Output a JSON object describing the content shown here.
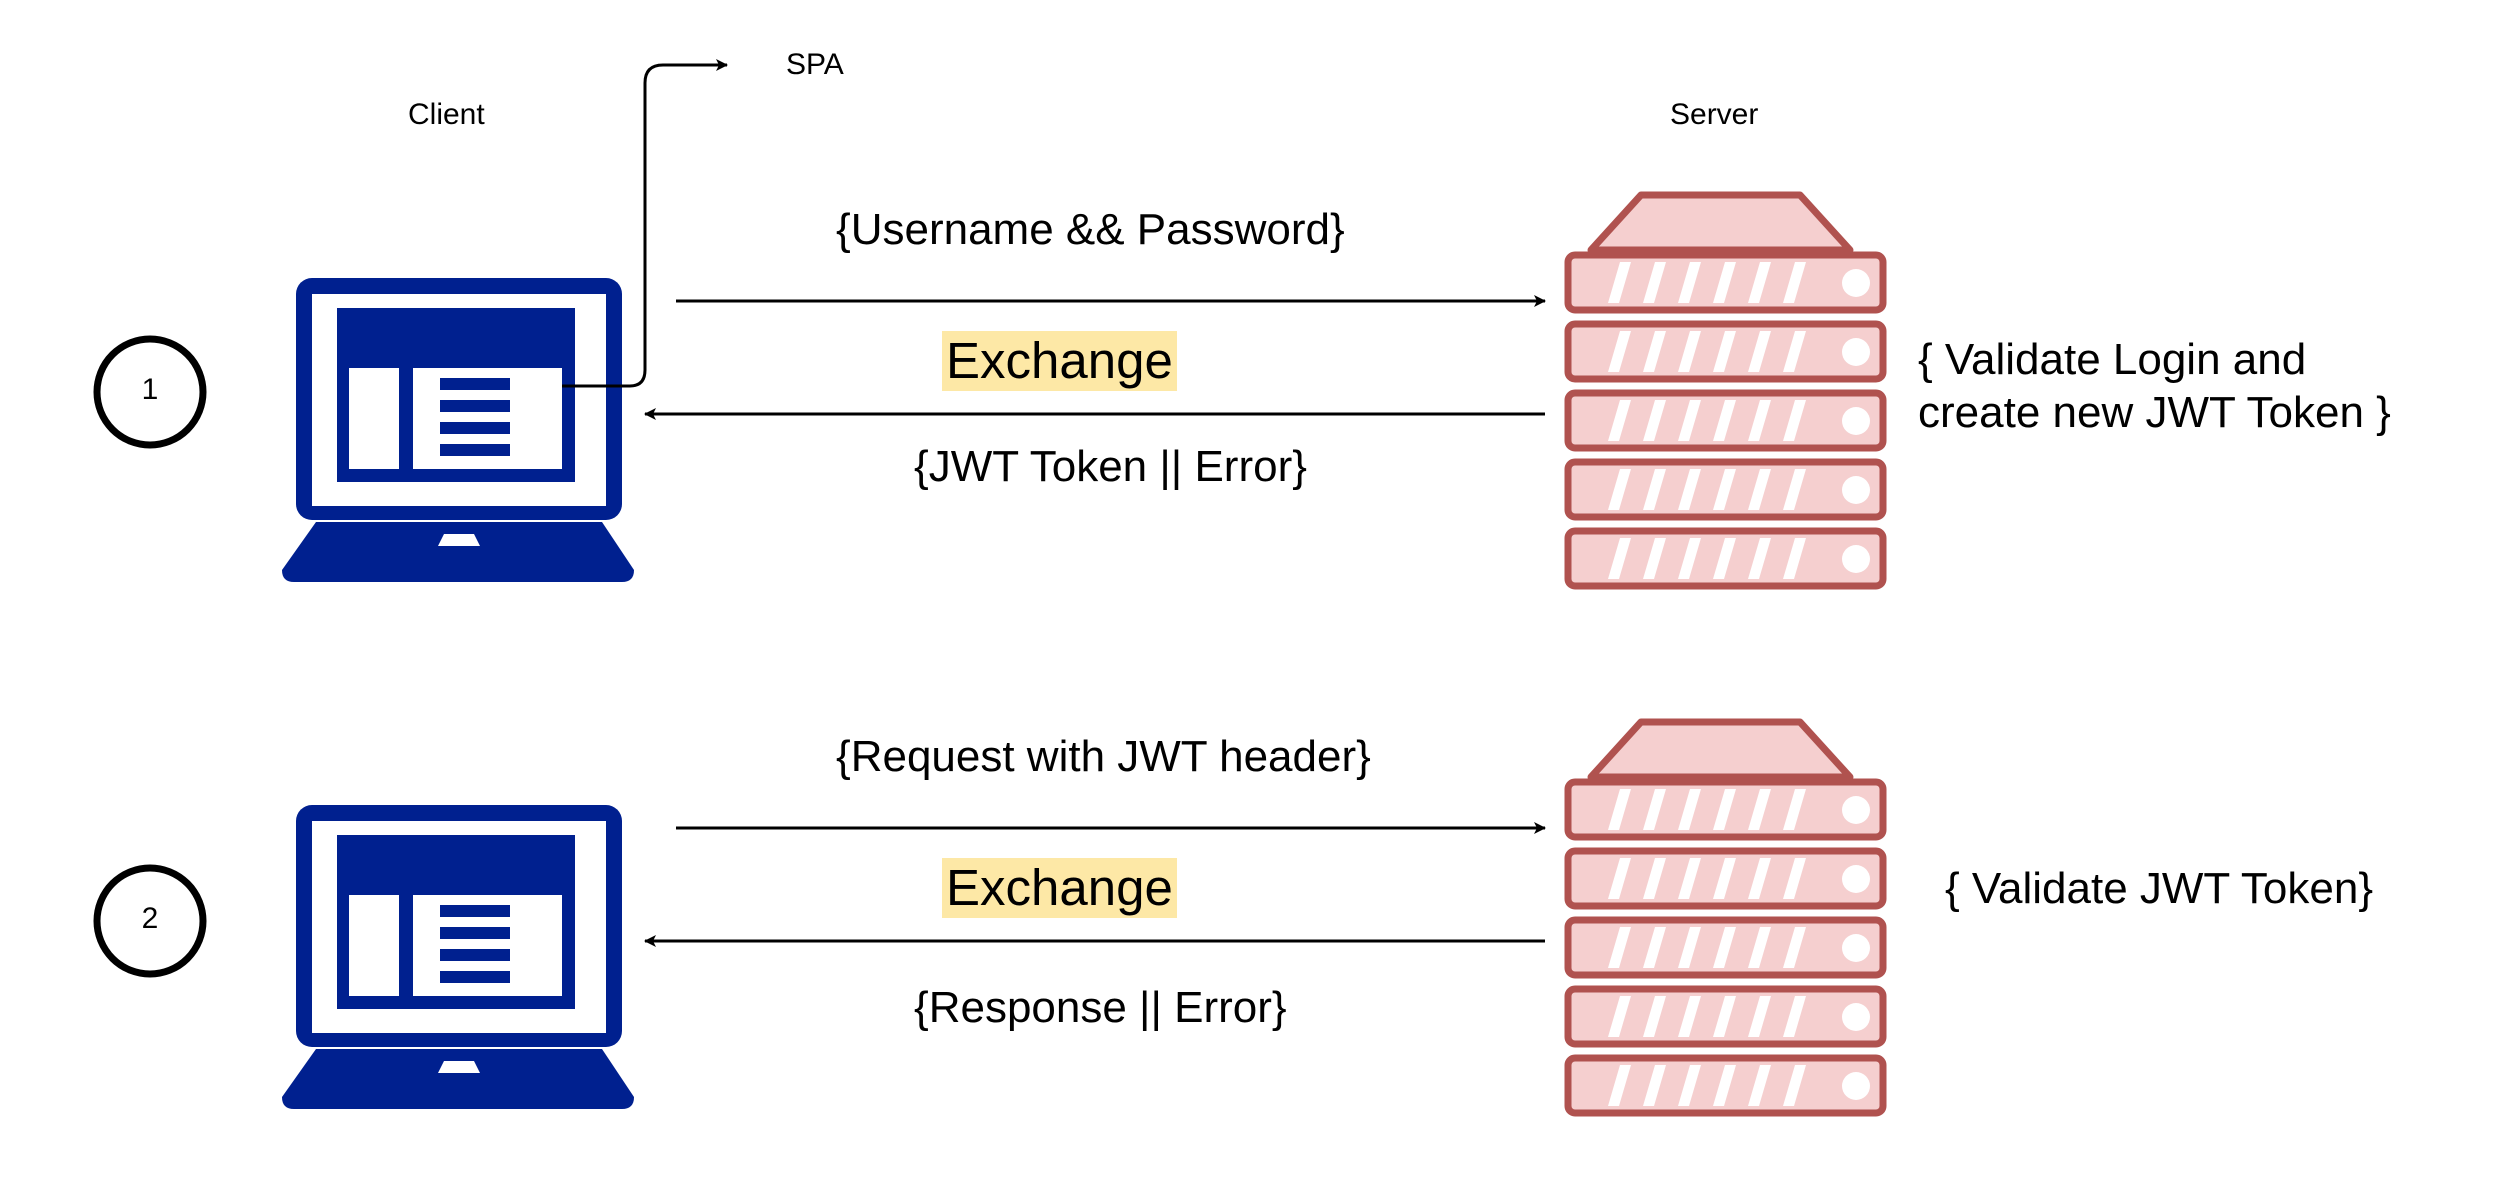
{
  "labels": {
    "client": "Client",
    "server": "Server",
    "spa": "SPA"
  },
  "steps": [
    {
      "number": "1",
      "request": "{Username && Password}",
      "exchange": "Exchange",
      "response": "{JWT Token || Error}",
      "server_note_lines": [
        "{ Validate Login and",
        "create new JWT Token }"
      ]
    },
    {
      "number": "2",
      "request": "{Request with JWT header}",
      "exchange": "Exchange",
      "response": "{Response || Error}",
      "server_note_lines": [
        "{ Validate JWT Token}"
      ]
    }
  ],
  "colors": {
    "laptop": "#00208f",
    "server_fill": "#f5cfcf",
    "server_stroke": "#b0524f",
    "exchange_highlight": "#fde8a6"
  },
  "icons": [
    "laptop-icon",
    "server-rack-icon"
  ]
}
